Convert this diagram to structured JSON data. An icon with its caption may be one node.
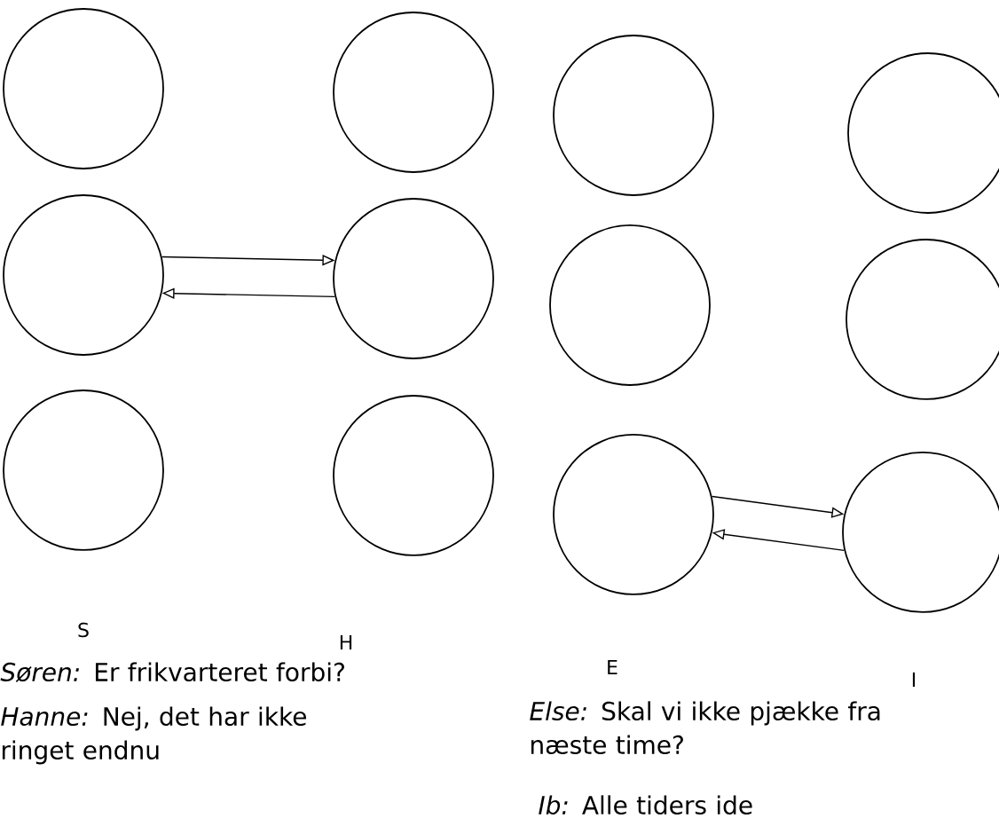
{
  "diagram": {
    "nodes": [
      {
        "text": [],
        "shape": "circle"
      },
      {
        "text": [],
        "shape": "circle"
      },
      {
        "text": [],
        "shape": "circle"
      },
      {
        "text": [],
        "shape": "circle"
      },
      {
        "text": [],
        "shape": "circle"
      },
      {
        "text": [],
        "shape": "circle"
      },
      {
        "text": [],
        "shape": "circle"
      },
      {
        "text": [],
        "shape": "circle"
      },
      {
        "text": [],
        "shape": "circle"
      },
      {
        "text": [],
        "shape": "circle"
      },
      {
        "text": [],
        "shape": "circle"
      },
      {
        "text": [],
        "shape": "circle"
      }
    ],
    "edges": [
      {
        "from": 2,
        "to": 3,
        "arrow": "to"
      },
      {
        "from": 3,
        "to": 2,
        "arrow": "to"
      },
      {
        "from": 10,
        "to": 11,
        "arrow": "to"
      },
      {
        "from": 11,
        "to": 10,
        "arrow": "to"
      }
    ],
    "labels": [
      "S",
      "H",
      "E",
      "I",
      "*Søren:* Er frikvarteret forbi?",
      "*Hanne:* Nej, det har ikke ringet endnu",
      "*Else:* Skal vi ikke pjække fra næste time?",
      "*Ib:* Alle tiders ide"
    ]
  }
}
